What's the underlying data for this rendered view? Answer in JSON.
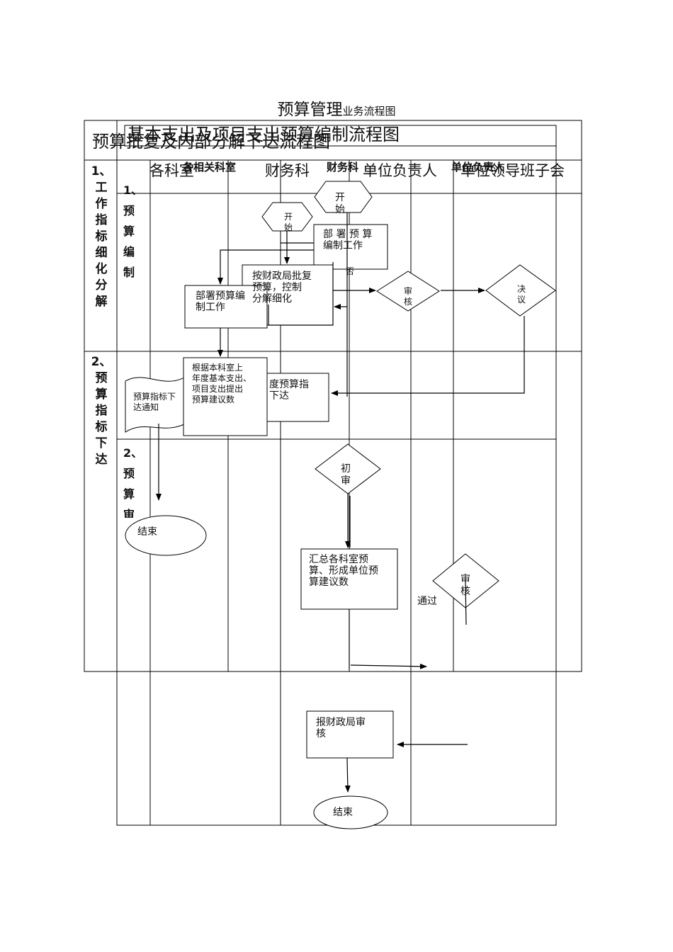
{
  "title": {
    "main": "预算管理",
    "sub": "业务流程图"
  },
  "chart_titles": {
    "t1": "基本支出及项目支出预算编制流程图",
    "t2": "预算批复及内部分解下达流程图"
  },
  "headers_overlay": {
    "h1": "各科室",
    "h2": "财务科",
    "h3": "单位负责人",
    "h4": "单位领导班子会"
  },
  "headers_bold": {
    "h1": "各相关科室",
    "h2": "财务科",
    "h3": "单位负责人"
  },
  "left_labels": {
    "section1": "1、\n工\n作\n指\n标\n细\n化\n分\n解",
    "section2": "2、\n预\n算\n指\n标\n下\n达",
    "sub1": "1、\n 预\n 算\n 编\n 制",
    "sub2": "2、\n 预\n 算\n 审"
  },
  "nodes": {
    "start1": "开\n始",
    "start2": "开\n始",
    "deploy1": "部 署 预 算\n编制工作",
    "deploy2": "部署预算编\n制工作",
    "split": "按财政局批复\n预算，控制\n分解细化",
    "review1": "审\n核",
    "decide": "决\n议",
    "notice": "预算指标下\n达通知",
    "proposal": "根据本科室上\n年度基本支出、\n项目支出提出\n预算建议数",
    "issue": "度预算指\n下达",
    "end1": "结束",
    "prelim": "初\n审",
    "summary": "汇总各科室预\n算、形成单位预\n算建议数",
    "review2": "审\n核",
    "pass": "通过",
    "report": "报财政局审\n核",
    "end2": "结束",
    "no": "否"
  }
}
